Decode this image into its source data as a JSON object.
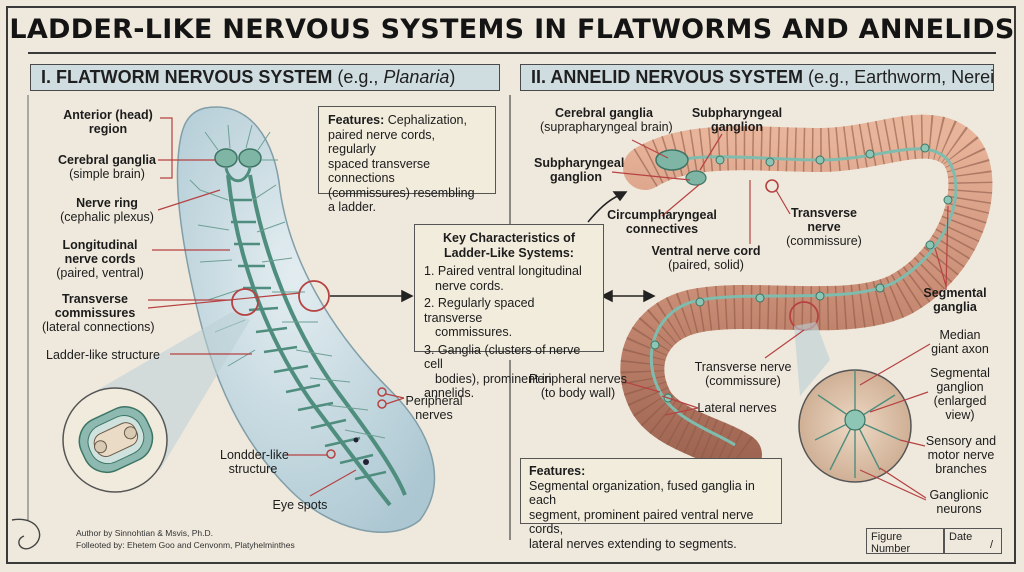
{
  "title": "LADDER-LIKE NERVOUS SYSTEMS IN FLATWORMS AND ANNELIDS",
  "left_panel": {
    "heading_bold": "I. FLATWORM NERVOUS SYSTEM",
    "heading_rest": " (e.g., ",
    "heading_italic": "Planaria",
    "heading_close": ")",
    "labels": {
      "anterior_bold": "Anterior (head)",
      "anterior_bold2": "region",
      "cerebral_bold": "Cerebral ganglia",
      "cerebral_sub": "(simple brain)",
      "nerve_ring_bold": "Nerve ring",
      "nerve_ring_sub": "(cephalic plexus)",
      "longitudinal_bold": "Longitudinal",
      "longitudinal_bold2": "nerve cords",
      "longitudinal_sub": "(paired, ventral)",
      "transverse_bold": "Transverse",
      "transverse_bold2": "commissures",
      "transverse_sub": "(lateral connections)",
      "ladder": "Ladder-like structure",
      "londder": "Londder-like",
      "londder2": "structure",
      "peripheral": "Peripheral",
      "peripheral2": "nerves",
      "eye_spots": "Eye spots"
    },
    "features_box": {
      "label": "Features:",
      "text1": " Cephalization,",
      "text2": "paired nerve cords, regularly",
      "text3": "spaced transverse connections",
      "text4": "(commissures) resembling",
      "text5": "a ladder."
    },
    "credits": {
      "line1": "Author by Sinnohtian & Msvis, Ph.D.",
      "line2": "Folleoted by: Ehetem Goo and Cenvonm, Platyhelminthes"
    }
  },
  "key_box": {
    "heading1": "Key Characteristics of",
    "heading2": "Ladder-Like Systems:",
    "items": [
      [
        "1. Paired ventral longitudinal",
        "nerve cords."
      ],
      [
        "2. Regularly spaced transverse",
        "commissures."
      ],
      [
        "3. Ganglia (clusters of nerve cell",
        "bodies), prominent in annelids."
      ]
    ]
  },
  "right_panel": {
    "heading_bold": "II. ANNELID NERVOUS SYSTEM",
    "heading_rest": " (e.g., Earthworm, Nereis)",
    "labels": {
      "cerebral_bold": "Cerebral ganglia",
      "cerebral_sub": "(suprapharyngeal brain)",
      "subph_top_bold": "Subpharyngeal",
      "subph_top_bold2": "ganglion",
      "subph_left_bold": "Subpharyngeal",
      "subph_left_bold2": "ganglion",
      "circum_bold": "Circumpharyngeal",
      "circum_bold2": "connectives",
      "transverse_bold": "Transverse",
      "transverse_bold2": "nerve",
      "transverse_sub": "(commissure)",
      "ventral_bold": "Ventral nerve cord",
      "ventral_sub": "(paired, solid)",
      "segmental_bold": "Segmental",
      "segmental_bold2": "ganglia",
      "median": "Median",
      "median2": "giant axon",
      "seg_ganglion": "Segmental",
      "seg_ganglion2": "ganglion",
      "seg_ganglion3": "(enlarged",
      "seg_ganglion4": "view)",
      "transverse2": "Transverse nerve",
      "transverse2_sub": "(commissure)",
      "peripheral": "Peripheral nerves",
      "peripheral_sub": "(to body wall)",
      "lateral": "Lateral nerves",
      "sensory": "Sensory and",
      "sensory2": "motor nerve",
      "sensory3": "branches",
      "ganglionic": "Ganglionic",
      "ganglionic2": "neurons"
    },
    "features_box": {
      "label": "Features:",
      "line1": "Segmental organization, fused ganglia in each",
      "line2": "segment, prominent paired ventral nerve cords,",
      "line3": "lateral nerves extending to segments."
    }
  },
  "footer": {
    "figure_number": "Figure Number",
    "date": "Date",
    "slash": "/"
  }
}
